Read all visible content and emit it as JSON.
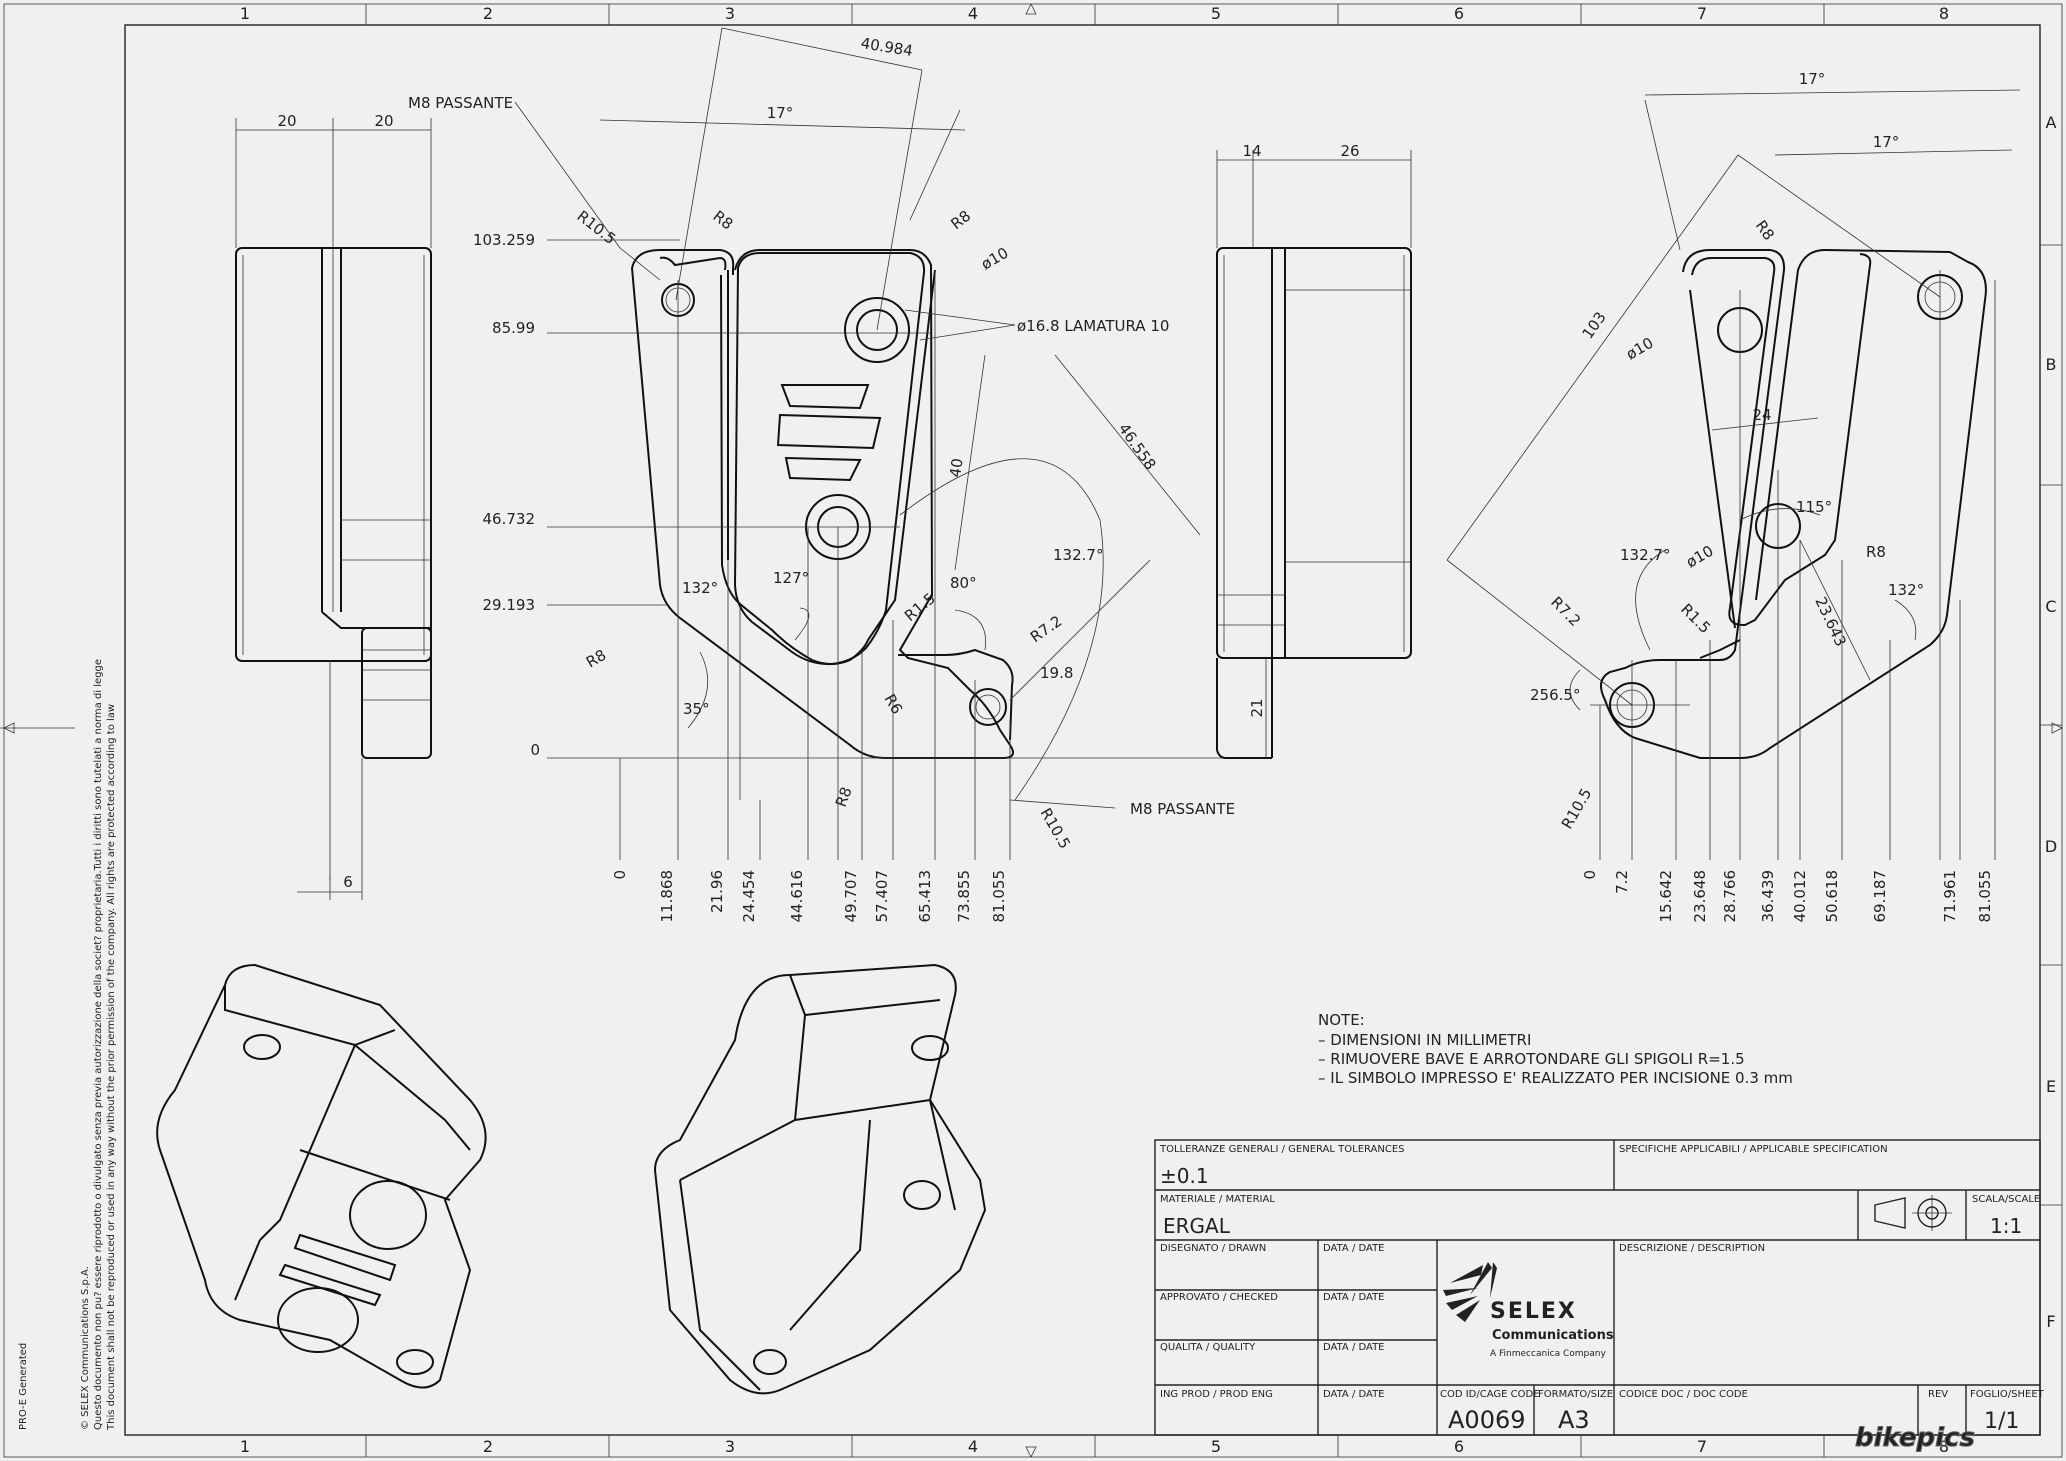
{
  "frame": {
    "columns": [
      "1",
      "2",
      "3",
      "4",
      "5",
      "6",
      "7",
      "8"
    ],
    "rows": [
      "A",
      "B",
      "C",
      "D",
      "E",
      "F"
    ]
  },
  "left_view": {
    "dims": [
      "20",
      "20",
      "6"
    ]
  },
  "front_view": {
    "top_dims": [
      "40.984",
      "17°"
    ],
    "callouts": [
      "M8 PASSANTE",
      "ø10",
      "ø16.8 LAMATURA 10",
      "M8 PASSANTE"
    ],
    "radii": [
      "R10.5",
      "R8",
      "R8",
      "R8",
      "R1.5",
      "R7.2",
      "R6",
      "R8",
      "R10.5"
    ],
    "angles": [
      "132°",
      "127°",
      "35°",
      "80°",
      "132.7°"
    ],
    "dims": [
      "46.558",
      "40",
      "19.8"
    ],
    "ordinates_y": [
      "103.259",
      "85.99",
      "46.732",
      "29.193",
      "0"
    ],
    "ordinates_x": [
      "0",
      "11.868",
      "21.96",
      "24.454",
      "44.616",
      "49.707",
      "57.407",
      "65.413",
      "73.855",
      "81.055"
    ]
  },
  "side_view": {
    "dims": [
      "14",
      "26",
      "21"
    ]
  },
  "right_view": {
    "top_dims": [
      "17°",
      "17°"
    ],
    "radii": [
      "R8",
      "R7.2",
      "R1.5",
      "R8",
      "R10.5"
    ],
    "holes": [
      "ø10",
      "ø10"
    ],
    "angles": [
      "132.7°",
      "115°",
      "132°",
      "256.5°"
    ],
    "dims": [
      "103",
      "24",
      "23.643"
    ],
    "ordinates_x": [
      "0",
      "7.2",
      "15.642",
      "23.648",
      "28.766",
      "36.439",
      "40.012",
      "50.618",
      "69.187",
      "71.961",
      "81.055"
    ]
  },
  "notes": {
    "title": "NOTE:",
    "lines": [
      "– DIMENSIONI IN MILLIMETRI",
      "– RIMUOVERE BAVE E ARROTONDARE GLI SPIGOLI R=1.5",
      "– IL SIMBOLO IMPRESSO E' REALIZZATO PER INCISIONE 0.3 mm"
    ]
  },
  "title_block": {
    "tolerances_label": "TOLLERANZE GENERALI / GENERAL TOLERANCES",
    "tolerance_value": "±0.1",
    "spec_label": "SPECIFICHE APPLICABILI / APPLICABLE SPECIFICATION",
    "material_label": "MATERIALE / MATERIAL",
    "material_value": "ERGAL",
    "scale_label": "SCALA/SCALE",
    "scale_value": "1:1",
    "drawn_label": "DISEGNATO / DRAWN",
    "checked_label": "APPROVATO / CHECKED",
    "quality_label": "QUALITA / QUALITY",
    "eng_label": "ING PROD / PROD ENG",
    "date_label": "DATA / DATE",
    "description_label": "DESCRIZIONE / DESCRIPTION",
    "company_name": "SELEX",
    "company_sub": "Communications",
    "company_group": "A Finmeccanica Company",
    "cage_label": "COD ID/CAGE CODE",
    "cage_value": "A0069",
    "format_label": "FORMATO/SIZE",
    "format_value": "A3",
    "doc_code_label": "CODICE DOC / DOC CODE",
    "rev_label": "REV",
    "sheet_label": "FOGLIO/SHEET",
    "sheet_value": "1/1"
  },
  "copyright_lines": [
    "© SELEX Communications S.p.A.",
    "Questo documento non pu? essere riprodotto o divulgato senza previa autorizzazione della societ? proprietaria.Tutti i diritti sono tutelati a norma di legge",
    "This document shall not be reproduced or used in any way without the prior permission of the company. All rights are protected according to law"
  ],
  "generator": "PRO-E Generated",
  "watermark": "bikepics"
}
